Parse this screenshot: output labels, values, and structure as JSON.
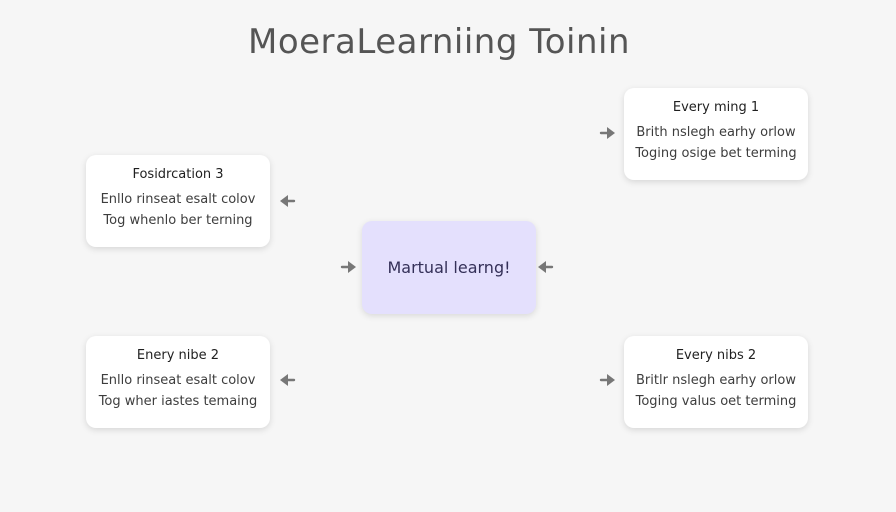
{
  "title": "MoeraLearniing Toinin",
  "center_node": {
    "label": "Martual learng!"
  },
  "cards": {
    "top_left": {
      "title": "Fosidrcation 3",
      "lines": [
        "Enllo rinseat esalt colov",
        "Tog whenlo ber terning"
      ]
    },
    "top_right": {
      "title": "Every ming 1",
      "lines": [
        "Brith nslegh earhy orlow",
        "Toging osige bet terming"
      ]
    },
    "bottom_left": {
      "title": "Enery nibe 2",
      "lines": [
        "Enllo rinseat esalt colov",
        "Tog wher iastes temaing"
      ]
    },
    "bottom_right": {
      "title": "Every nibs 2",
      "lines": [
        "Britlr nslegh earhy orlow",
        "Toging valus oet terming"
      ]
    }
  },
  "arrows": {
    "color": "#777777",
    "items": [
      {
        "name": "arrow-top-left",
        "direction": "left"
      },
      {
        "name": "arrow-top-right",
        "direction": "right"
      },
      {
        "name": "arrow-bottom-left",
        "direction": "left"
      },
      {
        "name": "arrow-bottom-right",
        "direction": "right"
      },
      {
        "name": "arrow-center-left",
        "direction": "right"
      },
      {
        "name": "arrow-center-right",
        "direction": "left"
      }
    ]
  }
}
